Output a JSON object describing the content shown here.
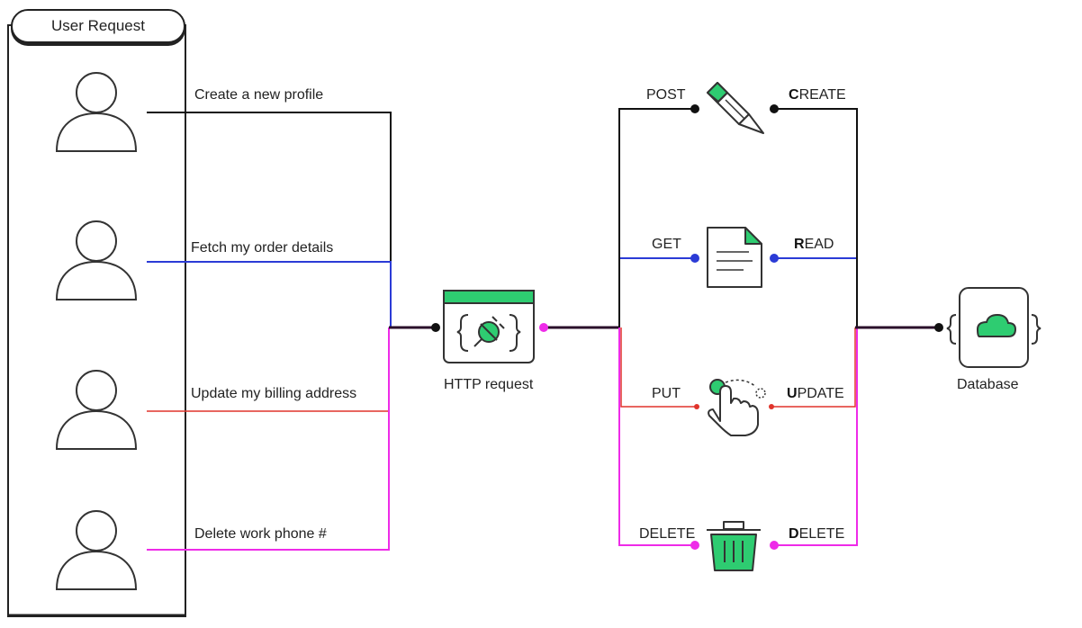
{
  "user_panel": {
    "title": "User Request",
    "requests": [
      {
        "label": "Create a new profile",
        "color": "#111111"
      },
      {
        "label": "Fetch my order details",
        "color": "#2b3bd6"
      },
      {
        "label": "Update my billing address",
        "color": "#e0342b"
      },
      {
        "label": "Delete work phone #",
        "color": "#ee2be8"
      }
    ]
  },
  "http_node": {
    "caption": "HTTP request",
    "accent": "#2ecc71"
  },
  "methods": [
    {
      "verb": "POST",
      "crud_initial": "C",
      "crud_rest": "REATE",
      "icon": "pencil-icon",
      "color": "#111111"
    },
    {
      "verb": "GET",
      "crud_initial": "R",
      "crud_rest": "EAD",
      "icon": "document-icon",
      "color": "#2b3bd6"
    },
    {
      "verb": "PUT",
      "crud_initial": "U",
      "crud_rest": "PDATE",
      "icon": "hand-pointer-icon",
      "color": "#e0342b"
    },
    {
      "verb": "DELETE",
      "crud_initial": "D",
      "crud_rest": "ELETE",
      "icon": "trash-icon",
      "color": "#ee2be8"
    }
  ],
  "database_node": {
    "caption": "Database",
    "icon": "cloud-icon",
    "accent": "#2ecc71"
  }
}
